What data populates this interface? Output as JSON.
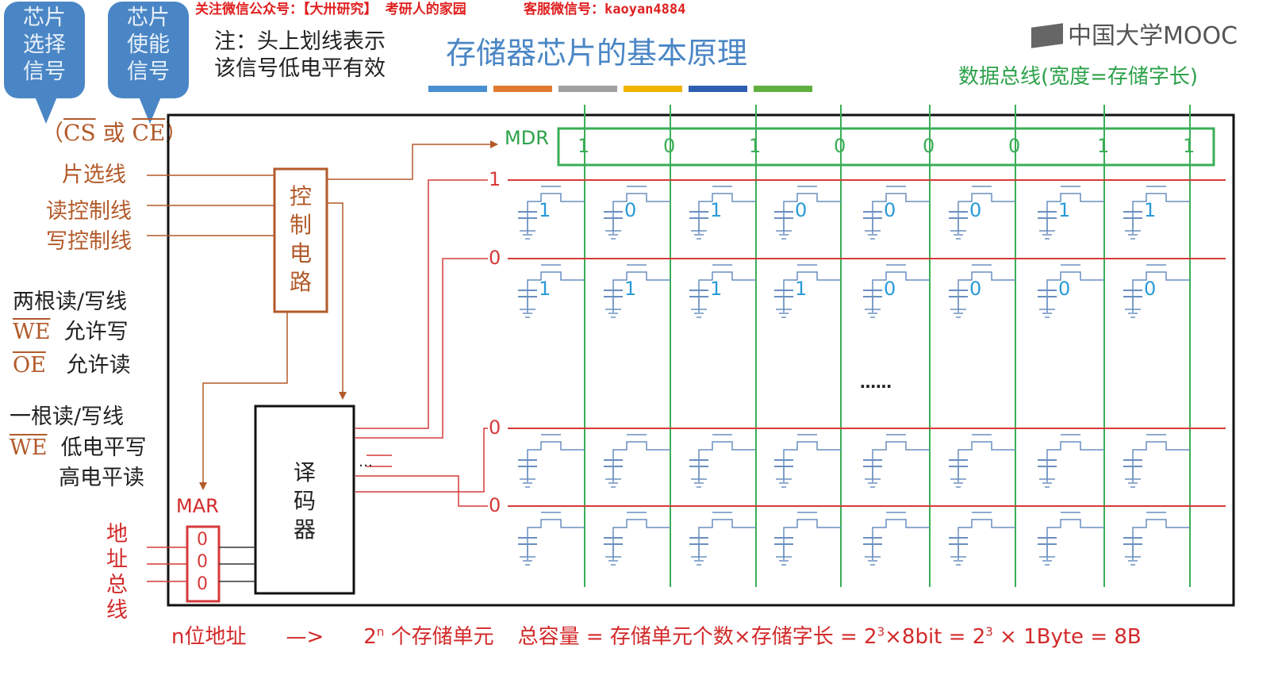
{
  "watermark": {
    "line1": "关注微信公众号：【大卅研究】 考研人的家园",
    "line2": "客服微信号：kaoyan4884"
  },
  "bubbles": [
    {
      "label": "芯片\n选择\n信号"
    },
    {
      "label": "芯片\n使能\n信号"
    }
  ],
  "signal_names": {
    "open": "（",
    "cs": "CS",
    "or": " 或 ",
    "ce": "CE",
    "close": "）"
  },
  "note": {
    "line1": "注：头上划线表示",
    "line2": "该信号低电平有效"
  },
  "title": "存储器芯片的基本原理",
  "logo": "中国大学MOOC",
  "data_bus_label": "数据总线(宽度=存储字长)",
  "color_bar": [
    "#4a90d0",
    "#e07a30",
    "#a0a0a0",
    "#f0b400",
    "#2e5fb0",
    "#60b040"
  ],
  "left_labels": {
    "chip_select": "片选线",
    "read_ctrl": "读控制线",
    "write_ctrl": "写控制线"
  },
  "two_lines": {
    "heading": "两根读/写线",
    "we": "WE",
    "we_desc": "允许写",
    "oe": "OE",
    "oe_desc": "允许读"
  },
  "one_line": {
    "heading": "一根读/写线",
    "we": "WE",
    "low": "低电平写",
    "high": "高电平读"
  },
  "control_circuit": "控\n制\n电\n路",
  "decoder": "译\n码\n器",
  "decoder_more": "…",
  "mdr": {
    "label": "MDR",
    "bits": [
      "1",
      "0",
      "1",
      "0",
      "0",
      "0",
      "1",
      "1"
    ]
  },
  "mar": {
    "label": "MAR",
    "bits": [
      "0",
      "0",
      "0"
    ]
  },
  "address_bus": "地\n址\n总\n线",
  "word_lines": [
    {
      "label": "1",
      "cells": [
        "1",
        "0",
        "1",
        "0",
        "0",
        "0",
        "1",
        "1"
      ]
    },
    {
      "label": "0",
      "cells": [
        "1",
        "1",
        "1",
        "1",
        "0",
        "0",
        "0",
        "0"
      ]
    },
    {
      "label": "0",
      "cells": [
        "",
        "",
        "",
        "",
        "",
        "",
        "",
        ""
      ]
    },
    {
      "label": "0",
      "cells": [
        "",
        "",
        "",
        "",
        "",
        "",
        "",
        ""
      ]
    }
  ],
  "ellipsis": "……",
  "formula": {
    "n_addr": "n位地址",
    "arrow": "—>",
    "units_pre": "2",
    "units_exp": "n",
    "units_post": " 个存储单元",
    "capacity": "总容量 = 存储单元个数×存储字长 = 2",
    "exp1": "3",
    "mid": "×8bit = 2",
    "exp2": "3",
    "end": " × 1Byte = 8B"
  }
}
